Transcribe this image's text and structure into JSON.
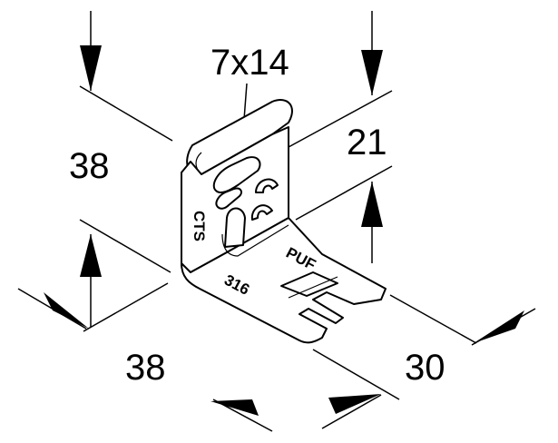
{
  "dimensions": {
    "slot": "7x14",
    "height_left": "38",
    "width_bottom": "38",
    "depth": "30",
    "height_right": "21"
  },
  "markings": {
    "material": "CTS",
    "grade": "316",
    "brand": "PUF"
  }
}
